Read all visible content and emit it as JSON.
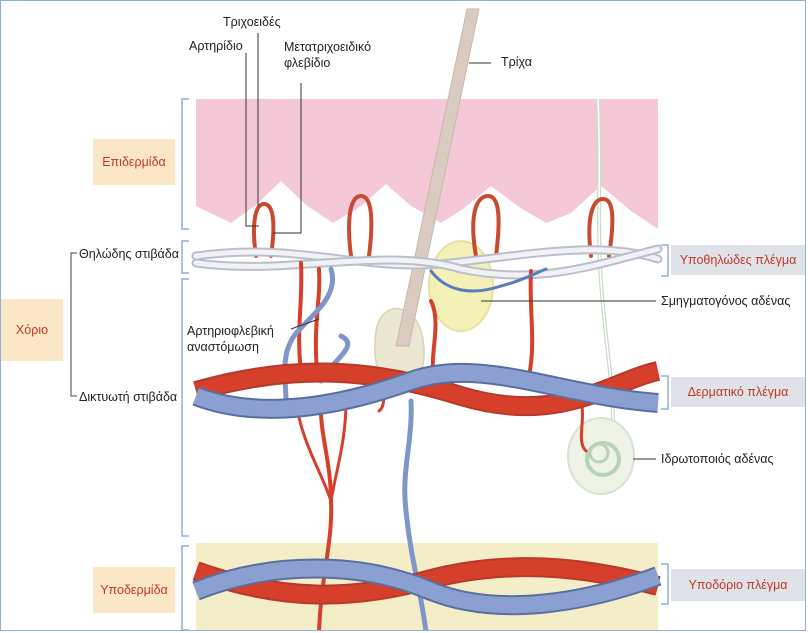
{
  "labels": {
    "capillaries": "Τριχοειδές",
    "arteriole": "Αρτηρίδιο",
    "postcapillary_venule": "Μετατριχοειδικό φλεβίδιο",
    "hair": "Τρίχα",
    "epidermis": "Επιδερμίδα",
    "papillary_layer": "Θηλώδης στιβάδα",
    "dermis": "Χόριο",
    "reticular_layer": "Δικτυωτή στιβάδα",
    "av_anastomosis": "Αρτηριοφλεβική αναστόμωση",
    "hypodermis": "Υποδερμίδα",
    "subpapillary_plexus": "Υποθηλώδες πλέγμα",
    "sebaceous_gland": "Σμηγματογόνος αδένας",
    "dermal_plexus": "Δερματικό πλέγμα",
    "sweat_gland": "Ιδρωτοποιός αδένας",
    "subdermal_plexus": "Υποδόριο πλέγμα"
  },
  "colors": {
    "artery": "#d6402b",
    "vein": "#7f96c8",
    "epidermis": "#f5c8d8",
    "hypodermis": "#f3eec8",
    "label_box_tan": "#fbe6c5",
    "label_box_grey": "#dfe2e6",
    "bracket": "#8fb0d9"
  }
}
